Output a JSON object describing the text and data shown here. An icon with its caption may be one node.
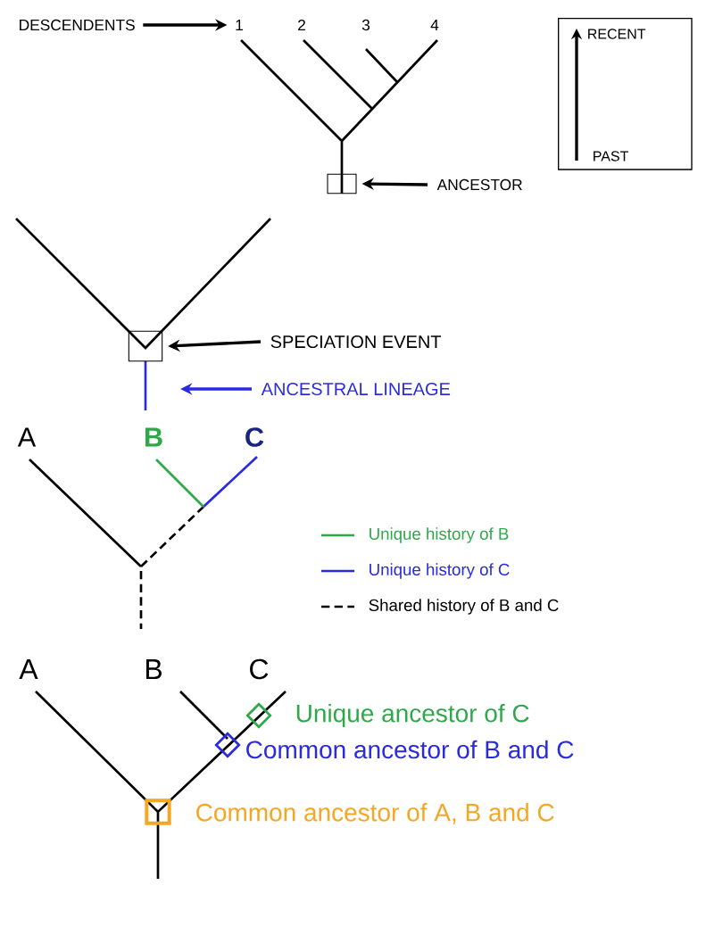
{
  "diagram": {
    "nodes": [
      {
        "text": [
          "DESCENDENTS"
        ]
      },
      {
        "text": [
          "1"
        ]
      },
      {
        "text": [
          "RECENT",
          "PAST"
        ]
      },
      {
        "text": [],
        "shape": "box"
      },
      {
        "text": [
          "ANCESTOR"
        ]
      },
      {
        "text": [],
        "shape": "box"
      },
      {
        "text": [
          "SPECIATION EVENT"
        ]
      },
      {
        "text": [
          "ANCESTRAL LINEAGE"
        ]
      },
      {
        "text": [],
        "shape": "diamond",
        "beside": [
          "Unique ancestor of C"
        ]
      },
      {
        "text": [],
        "shape": "diamond",
        "beside": [
          "Common ancestor of B and C"
        ]
      },
      {
        "text": [],
        "shape": "box",
        "beside": [
          "Common ancestor of A, B and C"
        ]
      }
    ],
    "edges": [
      {
        "from": 0,
        "to": 1,
        "arrow": "to"
      },
      {
        "from": 4,
        "to": 3,
        "arrow": "to"
      },
      {
        "from": 6,
        "to": 5,
        "arrow": "to"
      },
      {
        "from": 7,
        "to": null,
        "arrow": "to",
        "color": "#2a2ae0"
      }
    ],
    "labels": [
      "2",
      "3",
      "4",
      "A",
      "B",
      "C",
      "A",
      "B",
      "C"
    ],
    "legend": [
      {
        "text": "Unique history of B"
      },
      {
        "text": "Unique history of C"
      },
      {
        "text": "Shared history of B and C"
      }
    ]
  }
}
